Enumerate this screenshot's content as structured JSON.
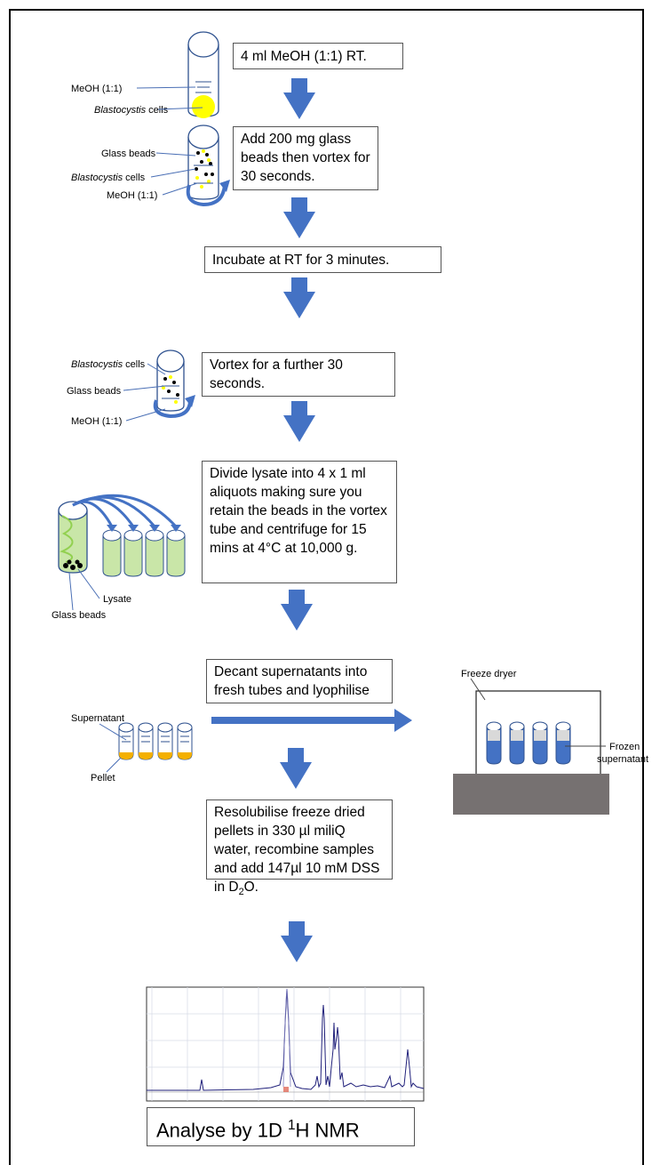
{
  "steps": {
    "s1": "4 ml MeOH (1:1) RT.",
    "s2": "Add 200 mg glass beads then vortex for 30 seconds.",
    "s3": "Incubate at RT for 3 minutes.",
    "s4": "Vortex for a further 30 seconds.",
    "s5": "Divide lysate into 4 x 1 ml aliquots making sure you retain the beads in the vortex tube and centrifuge for 15 mins at 4°C at 10,000 g.",
    "s6": "Decant supernatants into fresh tubes and lyophilise",
    "s7_prefix": "Resolubilise freeze dried pellets in 330 µl miliQ water, recombine samples and add 147µl 10 mM DSS in D",
    "s7_sub": "2",
    "s7_suffix": "O.",
    "s8_prefix": "Analyse by 1D ",
    "s8_sup": "1",
    "s8_suffix": "H NMR"
  },
  "labels": {
    "meoh": "MeOH  (1:1)",
    "blasto_italic": "Blastocystis",
    "cells": " cells",
    "cells2": "  cells",
    "glass_beads": "Glass beads",
    "lysate": "Lysate",
    "supernatant": "Supernatant",
    "pellet": "Pellet",
    "freeze_dryer": "Freeze dryer",
    "frozen": "Frozen",
    "supernatant2": "supernatant"
  },
  "colors": {
    "arrow": "#4472c4",
    "cells": "#ffff00",
    "lysate": "#92d050",
    "pellet": "#f4b000",
    "frozen": "#4472c4",
    "base": "#767171",
    "spectrum": "#1f1f7a",
    "beads": "#000000"
  }
}
